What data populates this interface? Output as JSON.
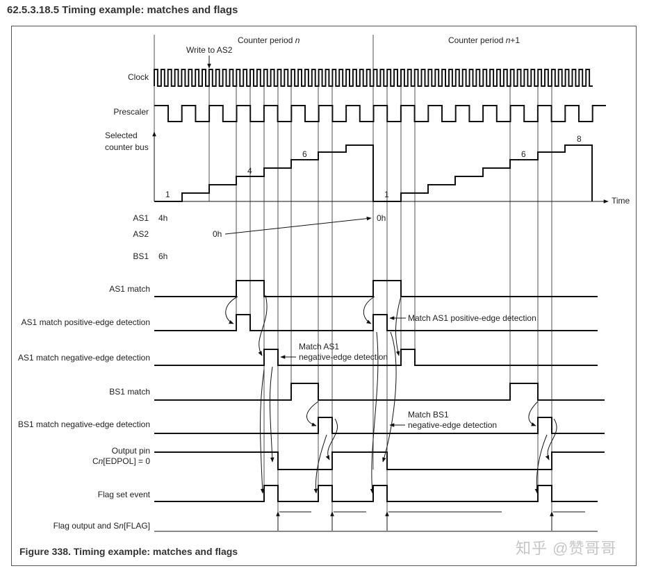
{
  "heading": "62.5.3.18.5   Timing example: matches and flags",
  "caption": "Figure 338.  Timing example: matches and flags",
  "watermark": "知乎 @赞哥哥",
  "period_labels": {
    "n_prefix": "Counter period ",
    "n_suffix": "n",
    "n1_prefix": "Counter period ",
    "n1_italic": "n",
    "n1_suffix": "+1"
  },
  "write_label": "Write to AS2",
  "time_label": "Time",
  "signals": {
    "clock": "Clock",
    "prescaler": "Prescaler",
    "counter_bus_line1": "Selected",
    "counter_bus_line2": "counter bus",
    "as1": "AS1",
    "as2": "AS2",
    "bs1": "BS1",
    "as1_match": "AS1 match",
    "as1_pos_edge": "AS1 match positive-edge detection",
    "as1_neg_edge": "AS1 match negative-edge detection",
    "bs1_match": "BS1 match",
    "bs1_neg_edge": "BS1 match negative-edge detection",
    "output_pin_line1": "Output pin",
    "output_pin_line2_a": "C",
    "output_pin_line2_b": "n",
    "output_pin_line2_c": "[EDPOL] = 0",
    "flag_set": "Flag set event",
    "flag_output_a": "Flag output and S",
    "flag_output_b": "n",
    "flag_output_c": "[FLAG]"
  },
  "register_values": {
    "as1_initial": "4h",
    "as2_initial": "0h",
    "as1_new": "0h",
    "bs1_initial": "6h"
  },
  "counter_labels": [
    "1",
    "4",
    "6",
    "1",
    "6",
    "8"
  ],
  "annotations": {
    "match_as1_pos": "Match AS1 positive-edge detection",
    "match_as1_neg_line1": "Match AS1",
    "match_as1_neg_line2": "negative-edge detection",
    "match_bs1_neg_line1": "Match BS1",
    "match_bs1_neg_line2": "negative-edge detection"
  }
}
